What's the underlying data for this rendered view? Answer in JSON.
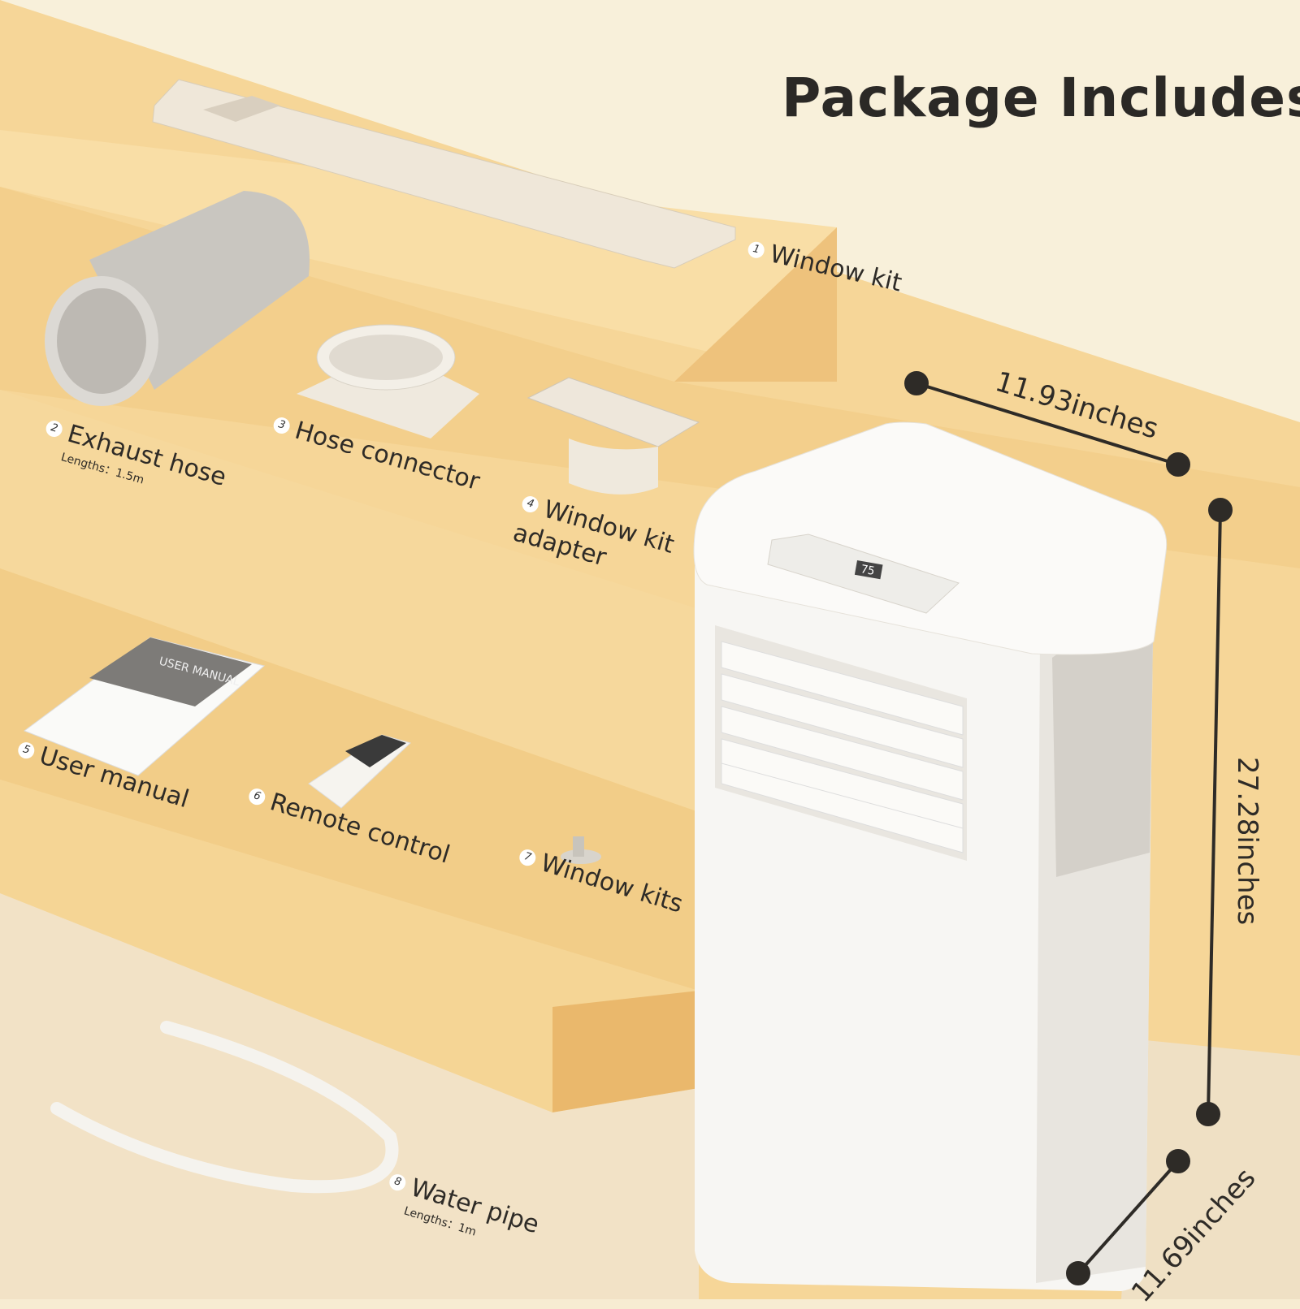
{
  "title": "Package Includes",
  "items": [
    {
      "number": "1",
      "label": "Window kit"
    },
    {
      "number": "2",
      "label": "Exhaust hose",
      "sub": "Lengths：1.5m"
    },
    {
      "number": "3",
      "label": "Hose connector"
    },
    {
      "number": "4",
      "label": "Window kit",
      "label2": "adapter"
    },
    {
      "number": "5",
      "label": "User manual"
    },
    {
      "number": "6",
      "label": "Remote control"
    },
    {
      "number": "7",
      "label": "Window kits"
    },
    {
      "number": "8",
      "label": "Water pipe",
      "sub": "Lengths：1m"
    }
  ],
  "dimensions": {
    "width": "11.93inches",
    "height": "27.28inches",
    "depth": "11.69inches"
  },
  "product": {
    "display": "75",
    "manual_cover": "USER MANUAL"
  },
  "colors": {
    "wall": "#f8f0da",
    "step_top": "#f6d698",
    "step_front": "#eec27c",
    "text": "#2e2b27",
    "unit": "#ffffff"
  }
}
